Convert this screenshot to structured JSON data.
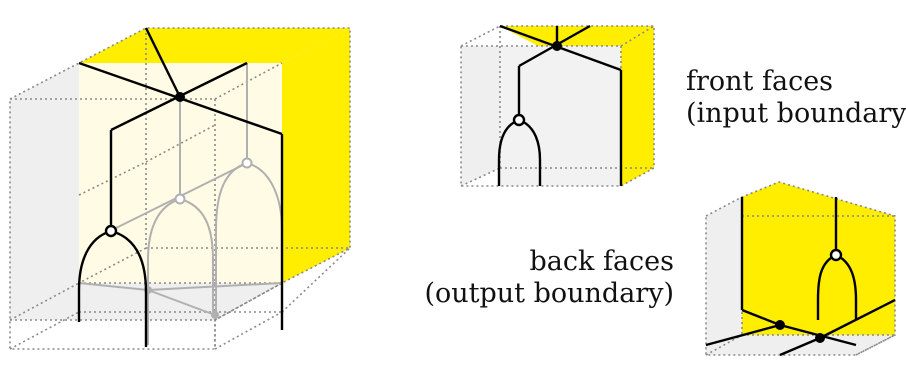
{
  "labels": {
    "front": {
      "line1": "front faces",
      "line2": "(input boundary)"
    },
    "back": {
      "line1": "back faces",
      "line2": "(output boundary)"
    }
  },
  "colors": {
    "yellow": "#ffee00",
    "pale_yellow": "#fffbe4",
    "gray_face": "#efefef",
    "edge_dotted": "#8a8a8a",
    "wire_gray": "#b0b0b0",
    "wire_black": "#000000"
  }
}
